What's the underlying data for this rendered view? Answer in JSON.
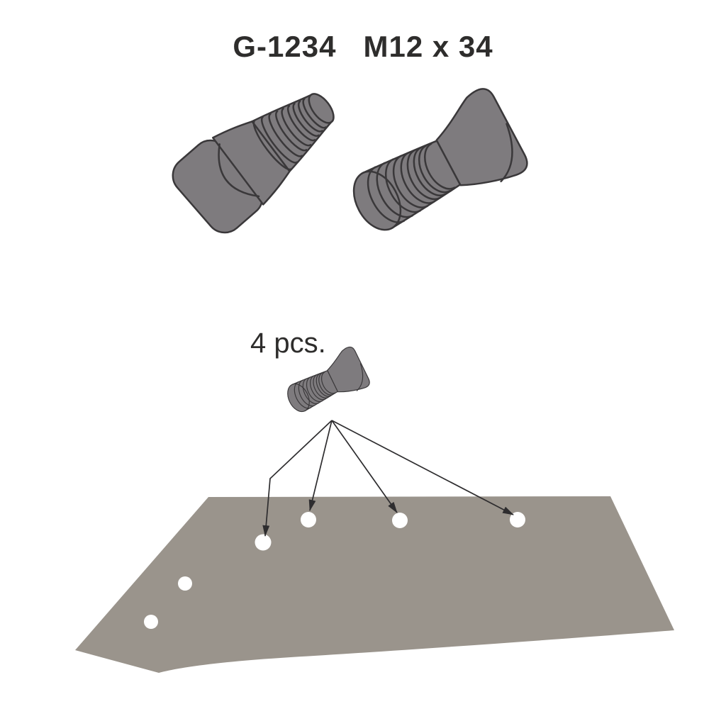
{
  "title": "G-1234   M12 x 34",
  "quantity_label": "4 pcs.",
  "colors": {
    "background": "#ffffff",
    "text": "#2e2d2c",
    "bolt_fill": "#7e7b7e",
    "bolt_outline": "#3a383a",
    "plate_fill": "#9a948c",
    "hole_fill": "#ffffff",
    "arrow": "#2e2d2f"
  },
  "figures": {
    "large_bolts_count": 2,
    "small_bolts_count": 1,
    "holes_total": 6,
    "holes_indicated_by_arrows": 4,
    "arrows_count": 4
  }
}
